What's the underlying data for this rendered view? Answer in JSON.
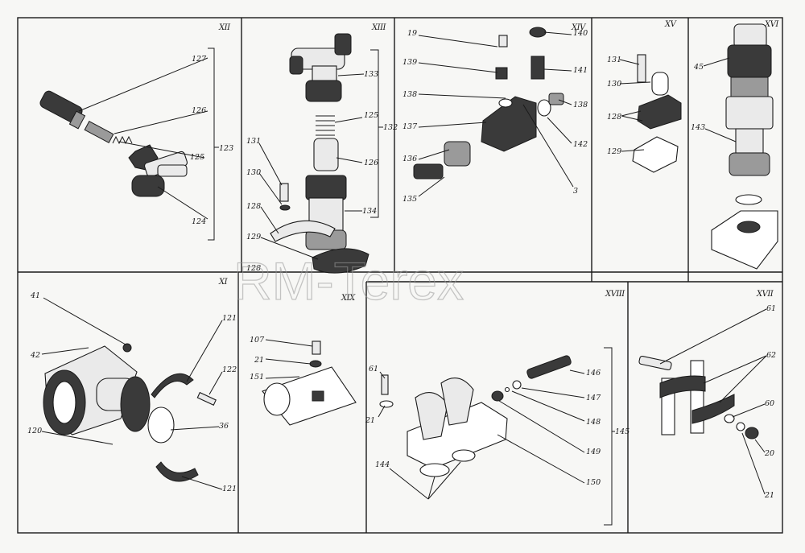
{
  "watermark": "RM-Terex",
  "panels": {
    "p12": {
      "title": "XII",
      "labels": [
        "127",
        "126",
        "125",
        "123",
        "124"
      ]
    },
    "p13": {
      "title": "XIII",
      "labels": [
        "133",
        "125",
        "132",
        "126",
        "134",
        "131",
        "130",
        "128",
        "129",
        "128"
      ]
    },
    "p14": {
      "title": "XIV",
      "labels": [
        "19",
        "140",
        "139",
        "141",
        "138",
        "138",
        "137",
        "142",
        "136",
        "135",
        "3"
      ]
    },
    "p15": {
      "title": "XV",
      "labels": [
        "131",
        "130",
        "128",
        "129"
      ]
    },
    "p16": {
      "title": "XVI",
      "labels": [
        "45",
        "143"
      ]
    },
    "p11": {
      "title": "XI",
      "labels": [
        "41",
        "42",
        "120",
        "121",
        "122",
        "36",
        "121"
      ]
    },
    "p19": {
      "title": "XIX",
      "labels": [
        "107",
        "21",
        "151"
      ]
    },
    "p18": {
      "title": "XVIII",
      "labels": [
        "61",
        "146",
        "147",
        "21",
        "148",
        "145",
        "149",
        "144",
        "150"
      ]
    },
    "p17": {
      "title": "XVII",
      "labels": [
        "61",
        "62",
        "60",
        "20",
        "21"
      ]
    }
  },
  "colors": {
    "ink": "#1a1a1a",
    "paper": "#f7f7f5",
    "watermark": "#9a9a9a"
  }
}
